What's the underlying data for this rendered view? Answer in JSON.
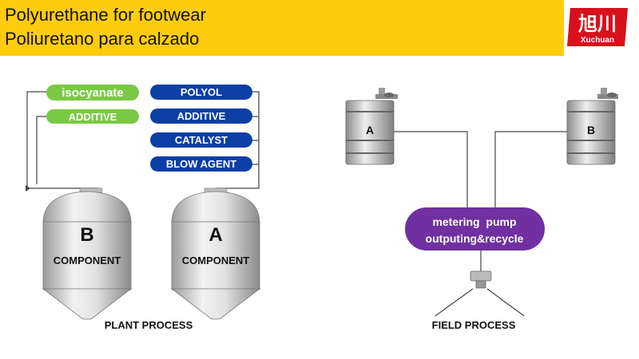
{
  "header": {
    "title_en": "Polyurethane for footwear",
    "title_es": "Poliuretano para calzado",
    "logo_text_cn": "旭川",
    "logo_text_en": "Xuchuan",
    "bg_color": "#ffcc0d",
    "logo_color": "#d7111c"
  },
  "plant": {
    "green_labels": [
      "isocyanate",
      "ADDITIVE"
    ],
    "blue_labels": [
      "POLYOL",
      "ADDITIVE",
      "CATALYST",
      "BLOW AGENT"
    ],
    "tank_b": {
      "letter": "B",
      "label": "COMPONENT"
    },
    "tank_a": {
      "letter": "A",
      "label": "COMPONENT"
    },
    "caption": "PLANT PROCESS",
    "green_color": "#7ac943",
    "blue_color": "#0b3fa6"
  },
  "field": {
    "drum_a": "A",
    "drum_b": "B",
    "pump_line1": "metering  pump",
    "pump_line2": "outputing&recycle",
    "caption": "FIELD PROCESS",
    "pump_color": "#7030a0"
  }
}
